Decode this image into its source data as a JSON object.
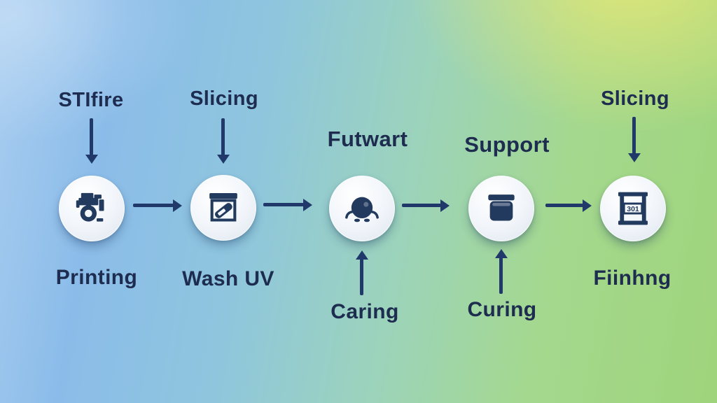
{
  "colors": {
    "text": "#1d2c4f",
    "arrow": "#20396a",
    "icon": "#223a5e",
    "nodefill": "#f3f6fb"
  },
  "steps": [
    {
      "top_label": "STIfire",
      "bottom_label": "Printing",
      "icon": "printer-icon"
    },
    {
      "top_label": "Slicing",
      "bottom_label": "Wash UV",
      "icon": "wash-container-icon"
    },
    {
      "top_label": "Futwart",
      "bottom_label": "Caring",
      "icon": "resin-blob-icon"
    },
    {
      "top_label": "Support",
      "bottom_label": "Curing",
      "icon": "jar-icon"
    },
    {
      "top_label": "Slicing",
      "bottom_label": "Fiinhng",
      "icon": "frame-machine-icon",
      "icon_text": "301"
    }
  ]
}
